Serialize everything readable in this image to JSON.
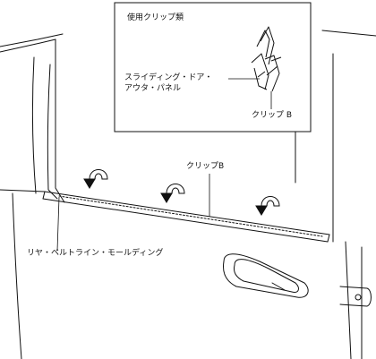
{
  "inset": {
    "title": "使用クリップ類",
    "part_label_line1": "スライディング・ドア・",
    "part_label_line2": "アウタ・パネル",
    "clip_label": "クリップ B"
  },
  "main": {
    "clip_label": "クリップB",
    "molding_label": "リヤ・ベルトライン・モールディング"
  },
  "icons": {
    "removal_arrow": "curved-arrow-down-icon"
  }
}
